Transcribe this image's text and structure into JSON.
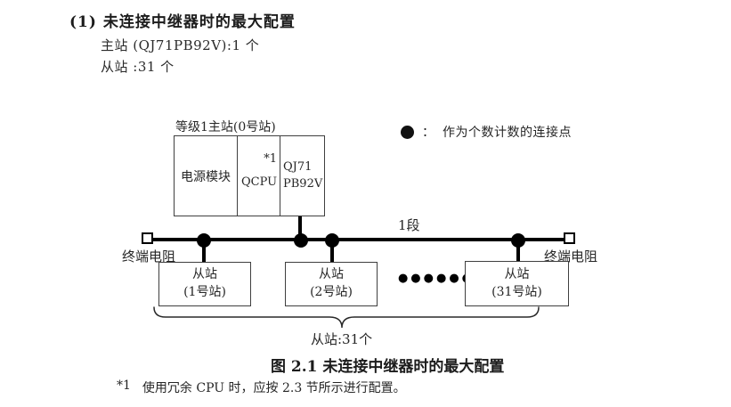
{
  "header": {
    "heading": "(1) 未连接中继器时的最大配置",
    "master_count_line": "主站 (QJ71PB92V):1 个",
    "slave_count_line": "从站 :31 个"
  },
  "diagram": {
    "master": {
      "label": "等级1主站(0号站)",
      "power_module": "电源模块",
      "cpu": "QCPU",
      "cpu_note": "*1",
      "pb_line1": "QJ71",
      "pb_line2": "PB92V"
    },
    "legend": {
      "separator": "：",
      "text": "作为个数计数的连接点"
    },
    "segment_label": "1段",
    "terminator_left": "终端电阻",
    "terminator_right": "终端电阻",
    "slaves": [
      {
        "line1": "从站",
        "line2": "(1号站)"
      },
      {
        "line1": "从站",
        "line2": "(2号站)"
      },
      {
        "line1": "从站",
        "line2": "(31号站)"
      }
    ],
    "ellipsis": "●●●●●●",
    "brace_label": "从站:31个"
  },
  "caption": "图 2.1 未连接中继器时的最大配置",
  "footnote": {
    "marker": "*1",
    "text": "使用冗余 CPU 时，应按 2.3 节所示进行配置。"
  },
  "colors": {
    "ink": "#262626",
    "line_black": "#000000",
    "box_border": "#3f3f3f",
    "background": "#ffffff"
  }
}
